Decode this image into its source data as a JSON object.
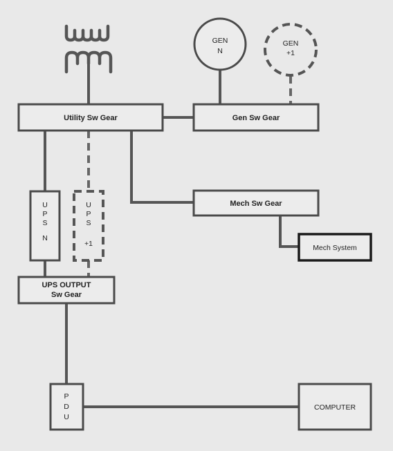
{
  "gen_n": {
    "line1": "GEN",
    "line2": "N"
  },
  "gen_plus1": {
    "line1": "GEN",
    "line2": "+1"
  },
  "utility_sw_gear": "Utility Sw Gear",
  "gen_sw_gear": "Gen Sw Gear",
  "mech_sw_gear": "Mech Sw Gear",
  "mech_system": "Mech System",
  "ups_n": {
    "l1": "U",
    "l2": "P",
    "l3": "S",
    "l4": "N"
  },
  "ups_plus1": {
    "l1": "U",
    "l2": "P",
    "l3": "S",
    "l4": "+1"
  },
  "ups_output_sw_gear": {
    "line1": "UPS OUTPUT",
    "line2": "Sw Gear"
  },
  "pdu": {
    "l1": "P",
    "l2": "D",
    "l3": "U"
  },
  "computer": "COMPUTER"
}
